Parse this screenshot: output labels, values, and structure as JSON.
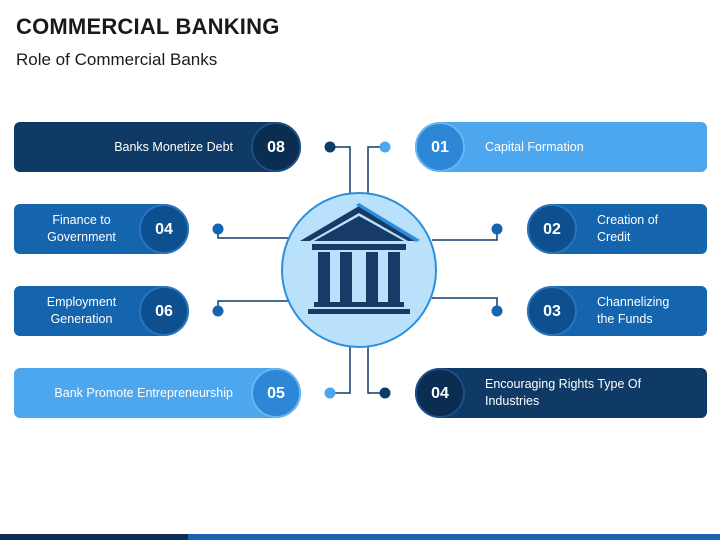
{
  "header": {
    "title": "COMMERCIAL BANKING",
    "subtitle": "Role of Commercial Banks"
  },
  "colors": {
    "navy": "#0f3a66",
    "navy_num": "#0b2d52",
    "mid_blue": "#1464ae",
    "mid_num": "#0e4f8f",
    "light_blue": "#4da7ee",
    "light_num": "#2d87d6",
    "connector": "#0e3b68",
    "center_fill": "#b9e1fb",
    "center_ring": "#2d8fdb",
    "icon": "#163b66"
  },
  "center_icon": "bank-building-icon",
  "items": [
    {
      "number": "08",
      "label": "Banks Monetize Debt"
    },
    {
      "number": "04",
      "label": "Finance to Government"
    },
    {
      "number": "06",
      "label": "Employment Generation"
    },
    {
      "number": "05",
      "label": "Bank Promote Entrepreneurship"
    },
    {
      "number": "01",
      "label": "Capital Formation"
    },
    {
      "number": "02",
      "label": "Creation of Credit"
    },
    {
      "number": "03",
      "label": "Channelizing the Funds"
    },
    {
      "number": "04",
      "label": "Encouraging Rights Type Of Industries"
    }
  ]
}
